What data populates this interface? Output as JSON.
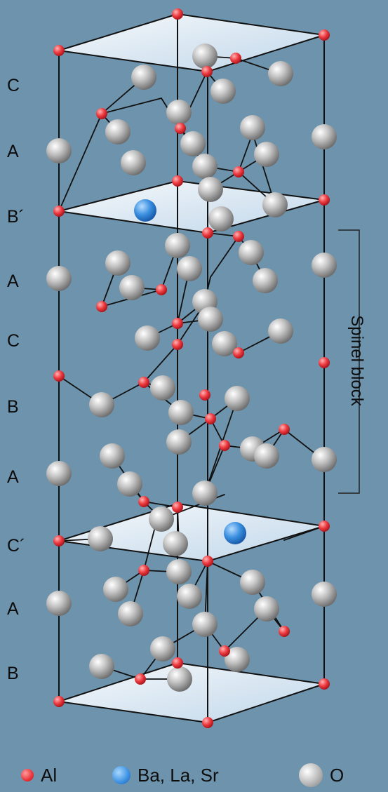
{
  "layers": [
    "C",
    "A",
    "B´",
    "A",
    "C",
    "B",
    "A",
    "C´",
    "A",
    "B"
  ],
  "spinel_label": "Spinel block",
  "legend": [
    {
      "symbol": "Al",
      "color": "#e8333a"
    },
    {
      "symbol": "Ba, La, Sr",
      "color": "#3b8fe0"
    },
    {
      "symbol": "O",
      "color": "#b9b9b9"
    }
  ],
  "colors": {
    "background": "#6e94ad",
    "al": "#e8333a",
    "ba_la_sr": "#3b8fe0",
    "o": "#b9b9b9",
    "plane": "#e6f1fb",
    "line": "#111111"
  }
}
